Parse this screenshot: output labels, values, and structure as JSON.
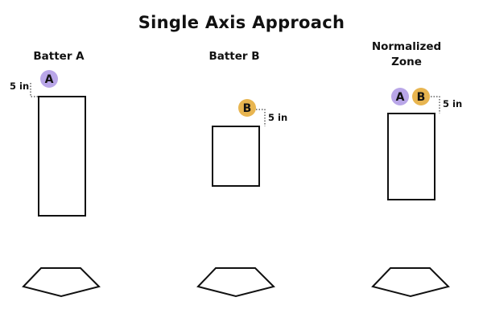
{
  "title": "Single Axis Approach",
  "colors": {
    "batter_a": "#b9a6e8",
    "batter_b": "#e8b550",
    "stroke": "#111111"
  },
  "panels": [
    {
      "label": "Batter A",
      "ball": "A",
      "offset": "5 in"
    },
    {
      "label": "Batter B",
      "ball": "B",
      "offset": "5 in"
    },
    {
      "label": "Normalized Zone",
      "balls": [
        "A",
        "B"
      ],
      "offset": "5 in"
    }
  ]
}
